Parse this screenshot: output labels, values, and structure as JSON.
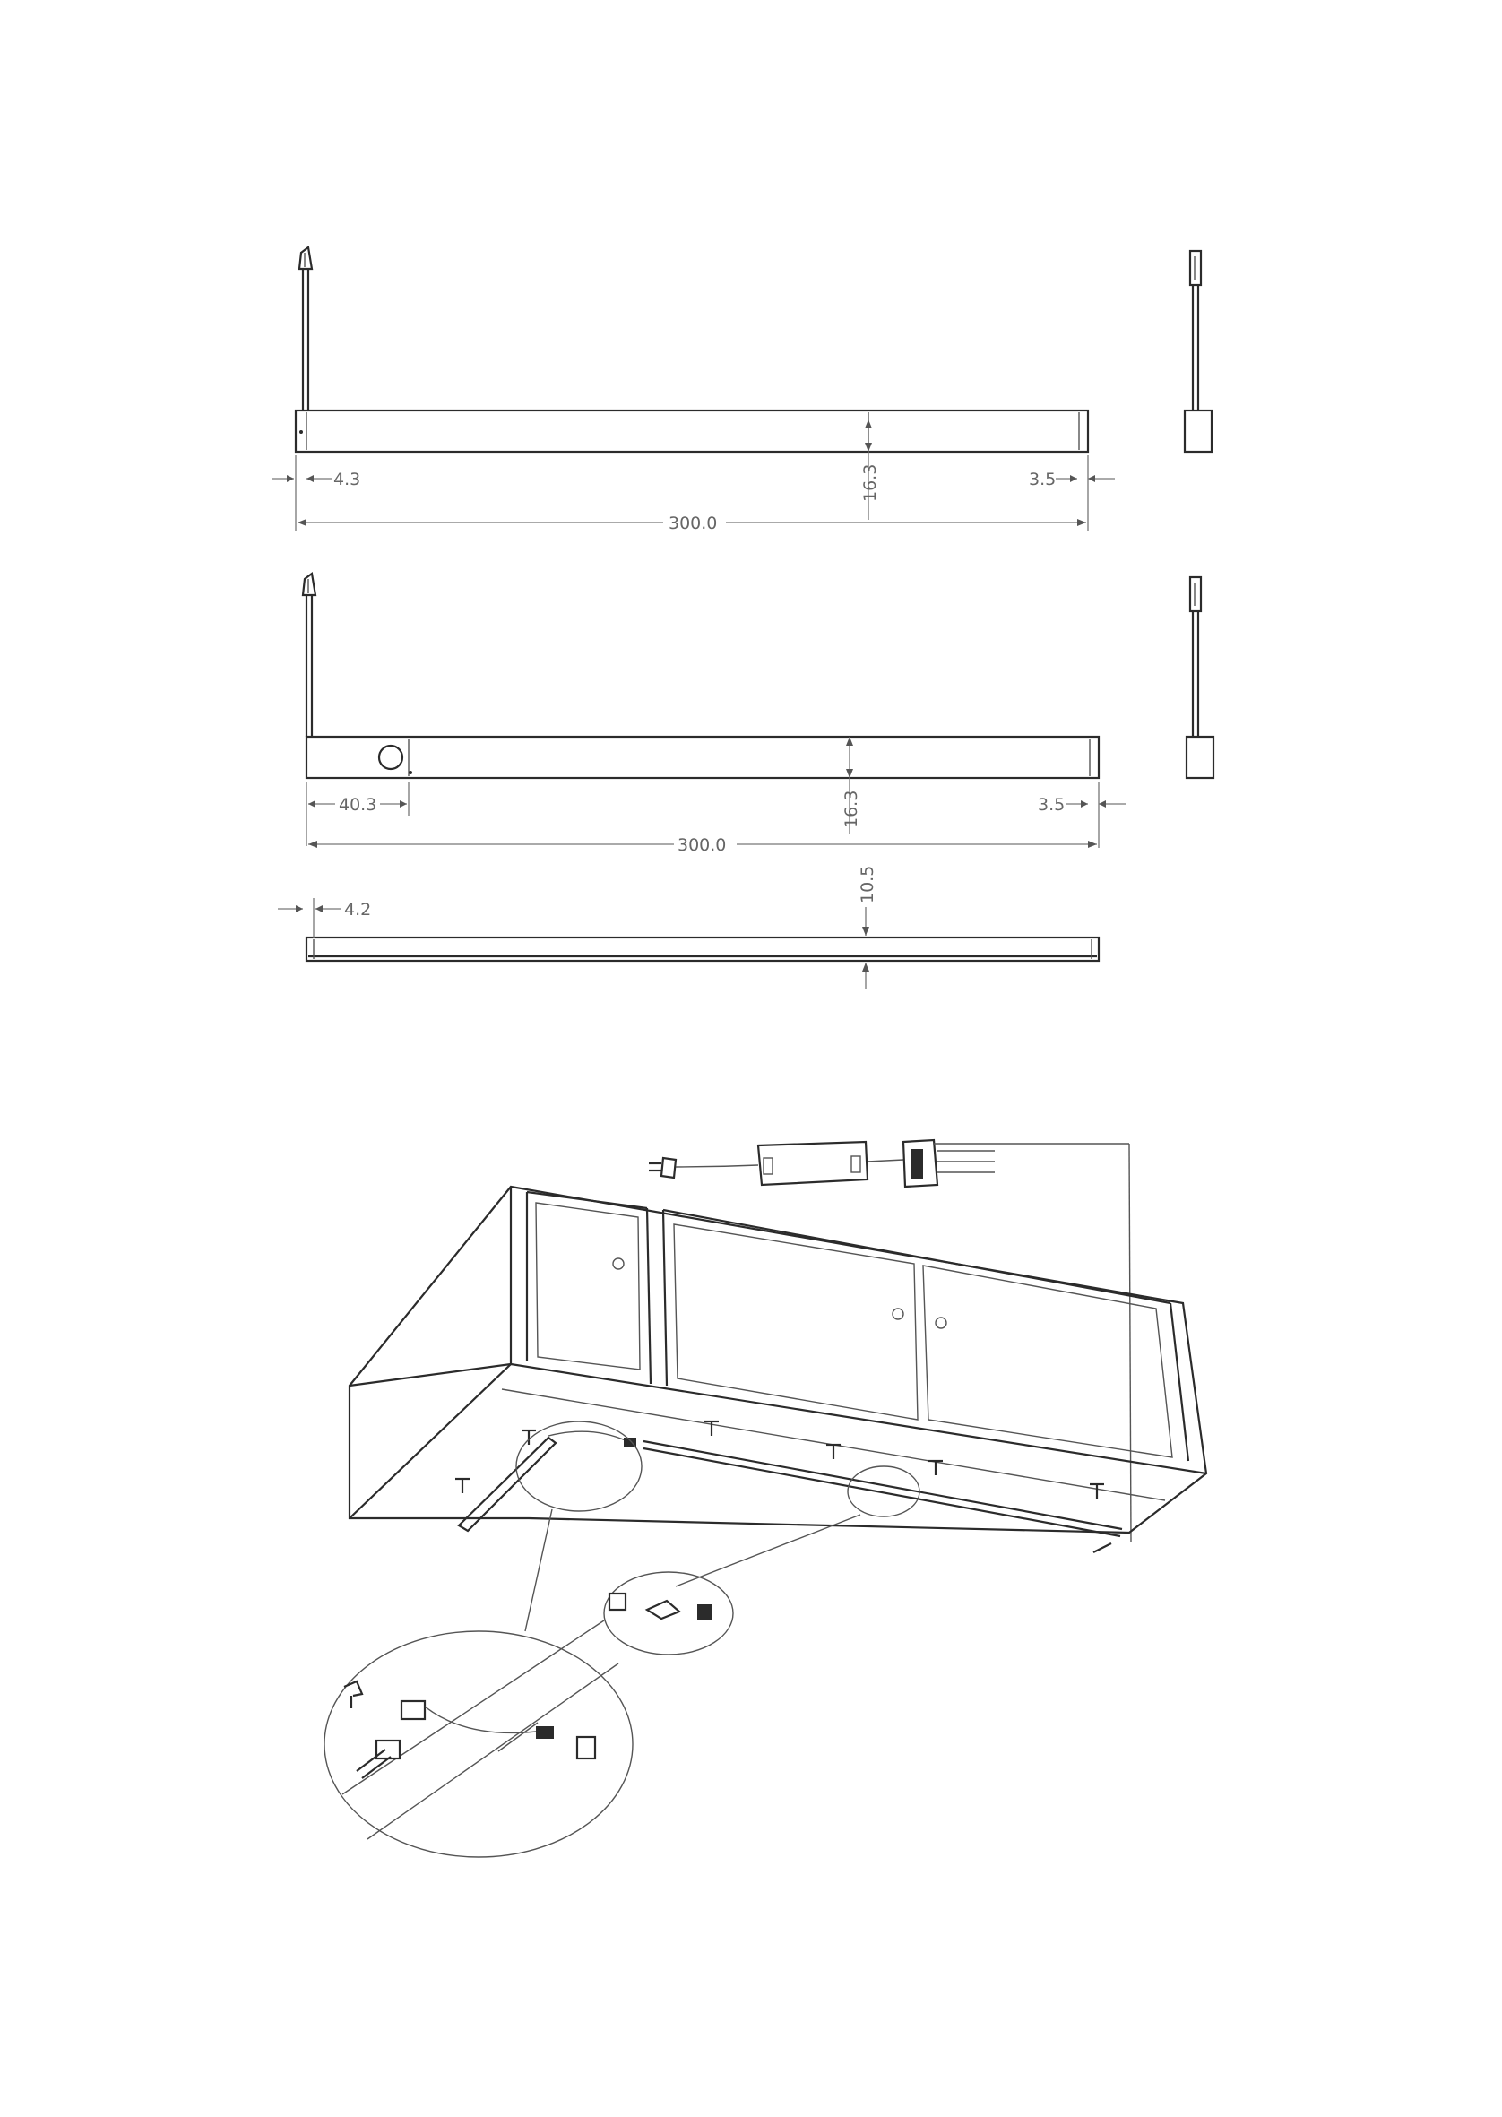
{
  "drawing": {
    "stroke_color": "#2b2b2b",
    "dimension_color": "#666666",
    "views": {
      "top": {
        "left_offset": "4.3",
        "height": "16.3",
        "right_offset": "3.5",
        "length": "300.0"
      },
      "middle": {
        "sensor_offset": "40.3",
        "height": "16.3",
        "right_offset": "3.5",
        "length": "300.0"
      },
      "bottom": {
        "left_offset": "4.2",
        "thickness": "10.5"
      }
    },
    "icons": {
      "connector": "connector-icon",
      "plug": "power-plug-icon",
      "driver": "led-driver-icon",
      "junction": "junction-box-icon",
      "screw": "screw-icon",
      "clip": "mounting-clip-icon"
    }
  }
}
